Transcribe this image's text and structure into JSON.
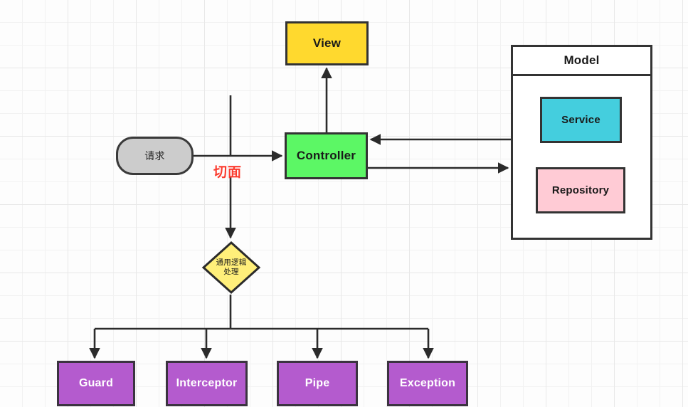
{
  "diagram": {
    "title_nodes": {
      "view": "View",
      "controller": "Controller",
      "request": "请求",
      "model": "Model",
      "service": "Service",
      "repository": "Repository",
      "diamond_line1": "通用逻辑",
      "diamond_line2": "处理",
      "aspect": "切面"
    },
    "handlers": [
      {
        "label": "Guard"
      },
      {
        "label": "Interceptor"
      },
      {
        "label": "Pipe"
      },
      {
        "label": "Exception"
      }
    ],
    "colors": {
      "view": "#ffd92e",
      "controller": "#5cf765",
      "request": "#cccccc",
      "model": "#ffffff",
      "service": "#44cede",
      "repository": "#ffcbd5",
      "diamond": "#ffef7a",
      "handler": "#b45bce",
      "aspect_text": "#fb3b2e",
      "stroke": "#333333",
      "grid": "#e8e8e8",
      "background": "#fdfdfd"
    },
    "connections": [
      {
        "from": "request",
        "to": "controller",
        "direction": "right"
      },
      {
        "from": "controller",
        "to": "view",
        "direction": "up"
      },
      {
        "from": "model",
        "to": "controller",
        "direction": "left"
      },
      {
        "from": "controller",
        "to": "model",
        "direction": "right"
      },
      {
        "from": "aspect-line",
        "to": "diamond",
        "direction": "down"
      },
      {
        "from": "diamond",
        "to": "handlers",
        "direction": "down-fork"
      }
    ]
  }
}
